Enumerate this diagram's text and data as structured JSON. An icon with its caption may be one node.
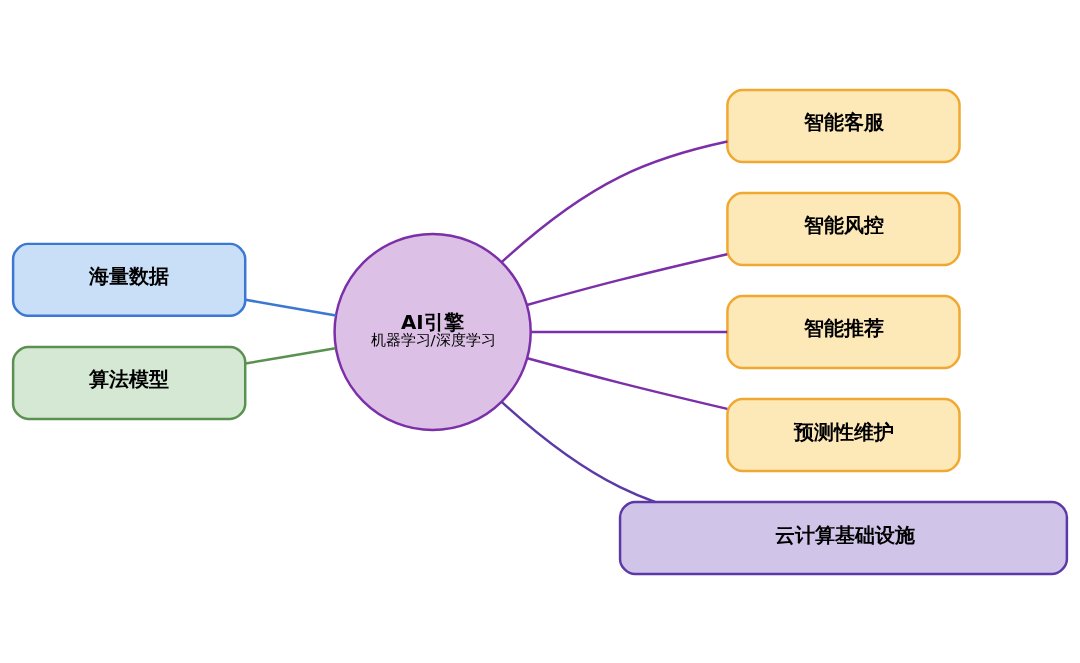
{
  "diagram": {
    "nodes": [
      {
        "text": [
          "海量数据"
        ]
      },
      {
        "text": [
          "算法模型"
        ]
      },
      {
        "text": [
          "AI引擎",
          "机器学习/深度学习"
        ]
      },
      {
        "text": [
          "智能客服"
        ]
      },
      {
        "text": [
          "智能风控"
        ]
      },
      {
        "text": [
          "智能推荐"
        ]
      },
      {
        "text": [
          "预测性维护"
        ]
      },
      {
        "text": [
          "云计算基础设施"
        ]
      }
    ],
    "edges": [
      {
        "from": 0,
        "to": 2,
        "arrow": "none",
        "color": "#3a78d4"
      },
      {
        "from": 1,
        "to": 2,
        "arrow": "none",
        "color": "#5a9150"
      },
      {
        "from": 2,
        "to": 3,
        "arrow": "none"
      },
      {
        "from": 2,
        "to": 4,
        "arrow": "none"
      },
      {
        "from": 2,
        "to": 5,
        "arrow": "none"
      },
      {
        "from": 2,
        "to": 6,
        "arrow": "none"
      },
      {
        "from": 2,
        "to": 7,
        "arrow": "none",
        "color": "#5b3aa8"
      }
    ]
  }
}
